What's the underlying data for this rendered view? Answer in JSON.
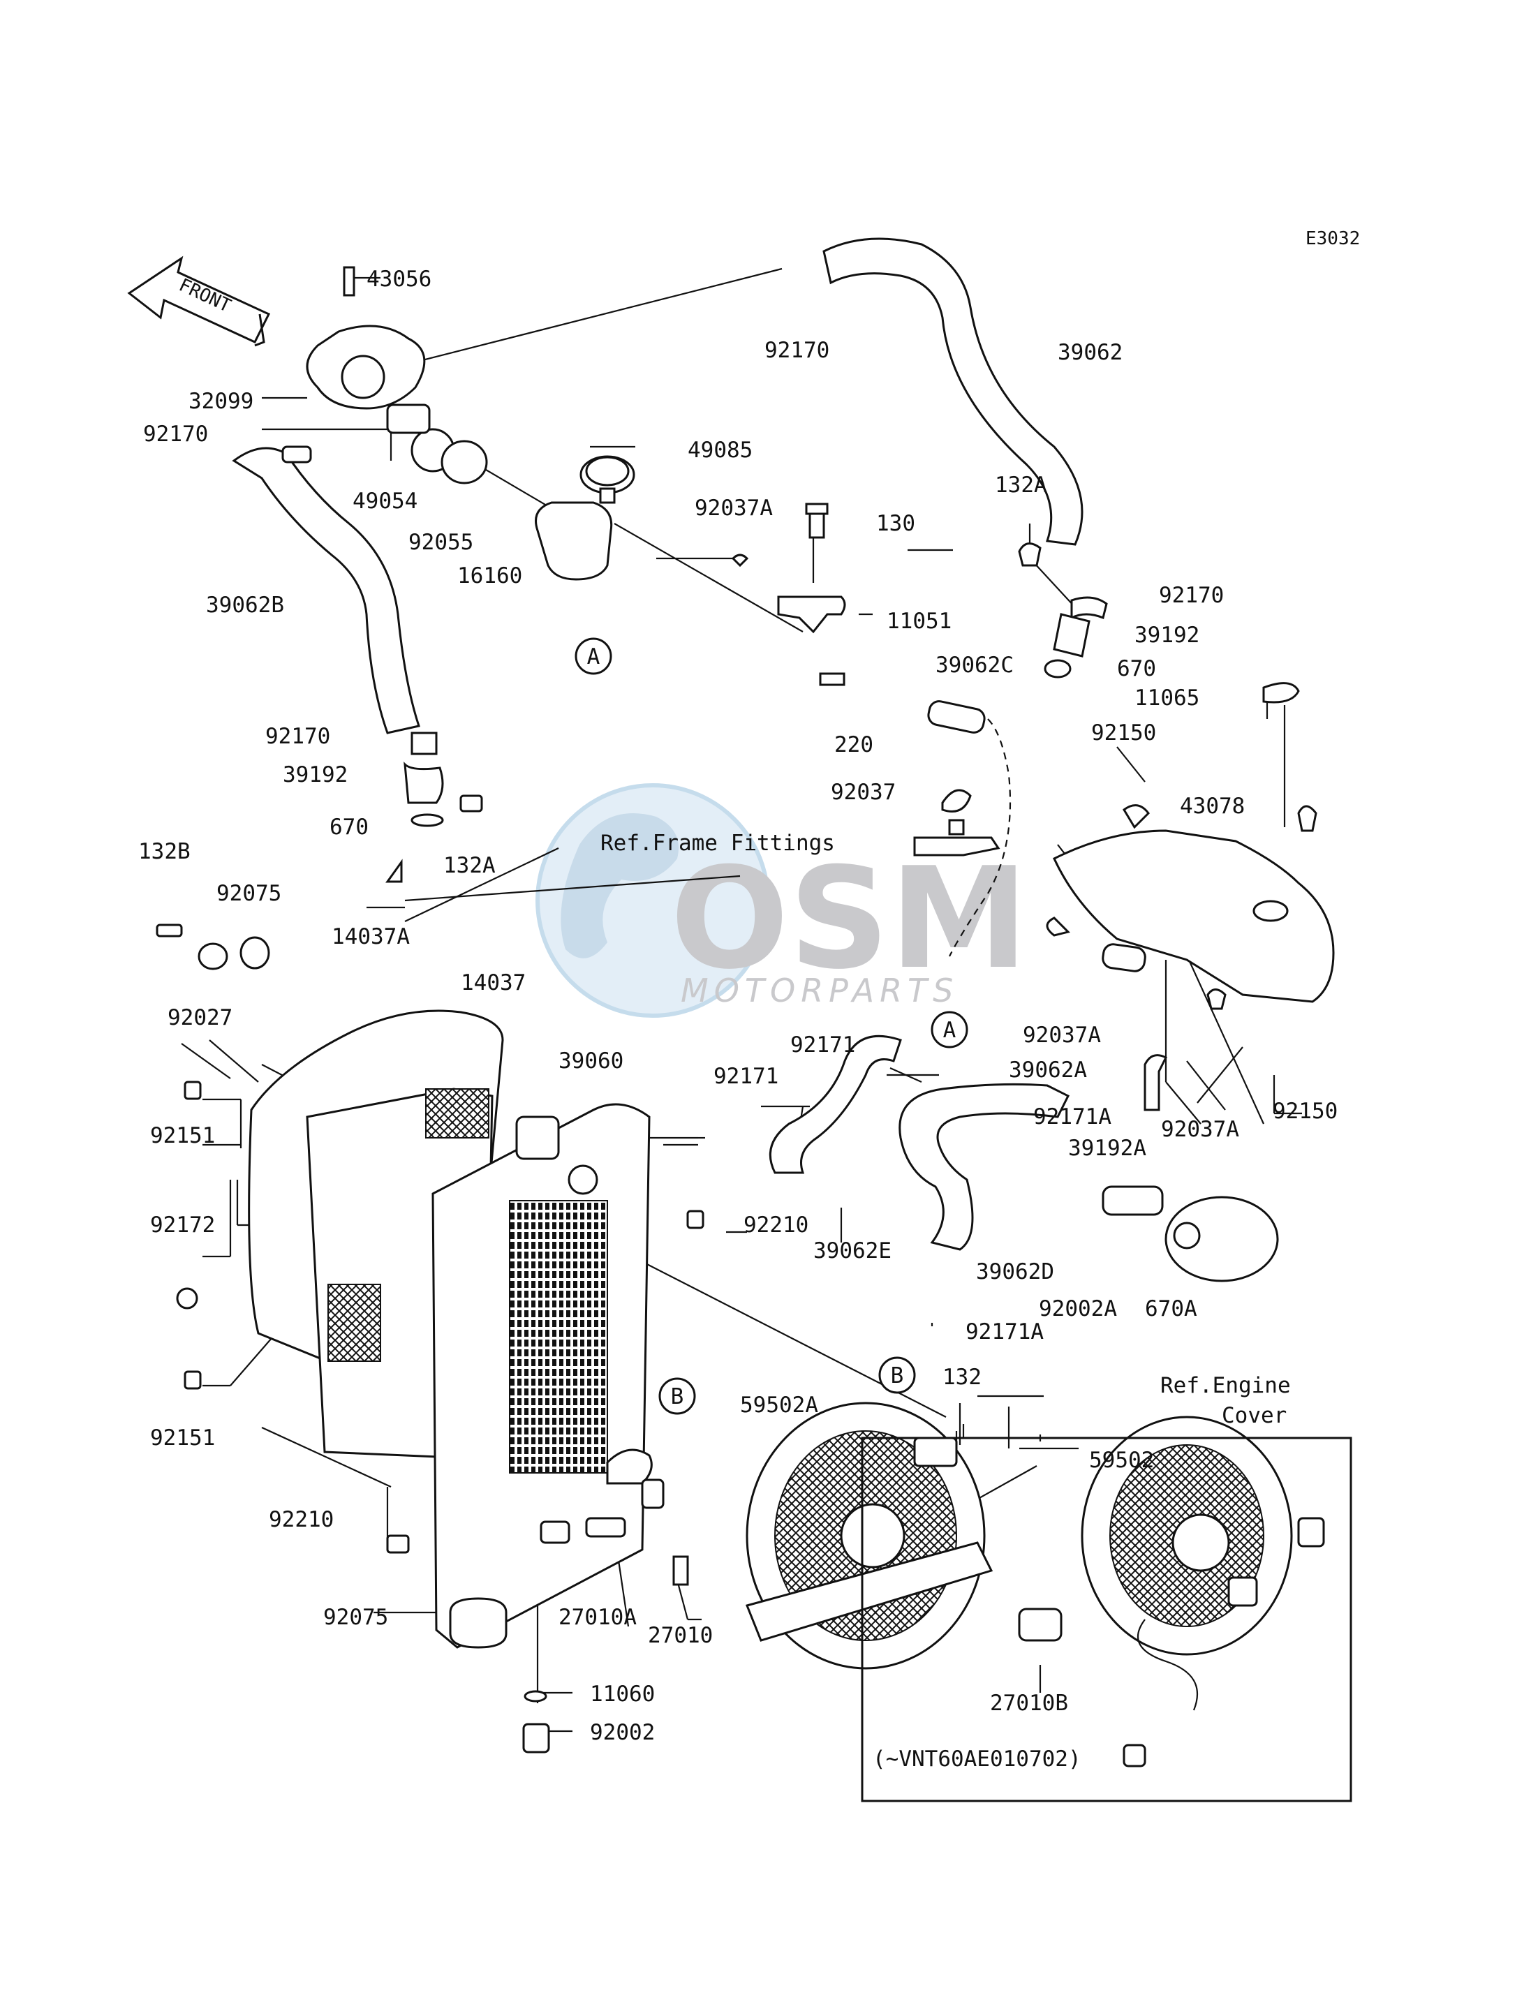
{
  "diagram_code": "E3032",
  "front_label": "FRONT",
  "watermark": {
    "brand": "OSM",
    "sub": "MOTORPARTS"
  },
  "refs": {
    "frame": "Ref.Frame Fittings",
    "engine_1": "Ref.Engine",
    "engine_2": "Cover",
    "vin_note": "(~VNT60AE010702)"
  },
  "callouts": {
    "A": "A",
    "B": "B"
  },
  "parts": {
    "p43056": "43056",
    "p92170_a": "92170",
    "p39062": "39062",
    "p32099": "32099",
    "p92170_b": "92170",
    "p49085": "49085",
    "p49054": "49054",
    "p92055": "92055",
    "p92037A_a": "92037A",
    "p130": "130",
    "p132A_a": "132A",
    "p16160": "16160",
    "p92170_c": "92170",
    "p11051": "11051",
    "p39192_a": "39192",
    "p39062B": "39062B",
    "p670_a": "670",
    "p39062C": "39062C",
    "p11065": "11065",
    "p220": "220",
    "p92150_a": "92150",
    "p92170_d": "92170",
    "p39192_b": "39192",
    "p92037": "92037",
    "p43078": "43078",
    "p670_b": "670",
    "p132A_b": "132A",
    "p132B": "132B",
    "p92075_a": "92075",
    "p14037A": "14037A",
    "p14037": "14037",
    "p92027": "92027",
    "p39060": "39060",
    "p92171_a": "92171",
    "p92171_b": "92171",
    "p92037A_b": "92037A",
    "p39062A": "39062A",
    "p92150_b": "92150",
    "p92151_a": "92151",
    "p92171A_a": "92171A",
    "p92037A_c": "92037A",
    "p39192A": "39192A",
    "p92210_a": "92210",
    "p92172": "92172",
    "p39062E": "39062E",
    "p39062D": "39062D",
    "p92002A": "92002A",
    "p670A": "670A",
    "p92171A_b": "92171A",
    "p132": "132",
    "p92151_b": "92151",
    "p59502A": "59502A",
    "p59502": "59502",
    "p92210_b": "92210",
    "p27010A": "27010A",
    "p27010": "27010",
    "p92075_b": "92075",
    "p11060": "11060",
    "p92002": "92002",
    "p27010B": "27010B"
  }
}
